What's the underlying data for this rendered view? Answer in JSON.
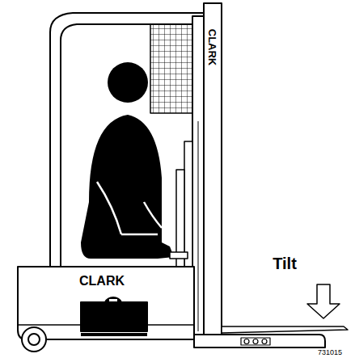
{
  "diagram": {
    "labels": [
      "CLARK",
      "CLARK",
      "Tilt",
      "731015"
    ]
  }
}
